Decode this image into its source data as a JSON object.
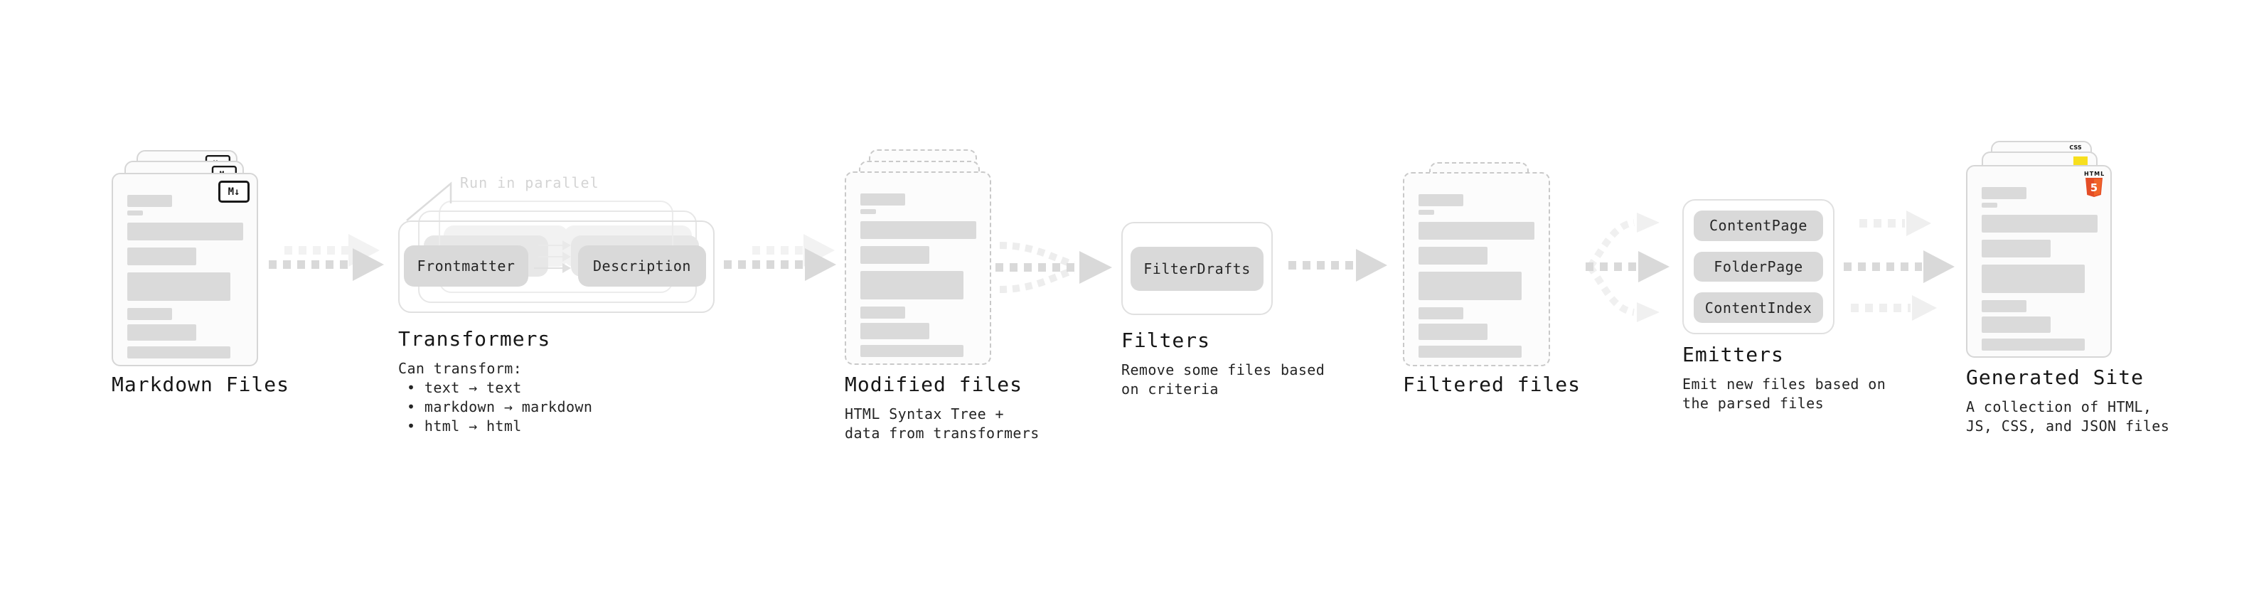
{
  "diagram": {
    "markdown_files": {
      "label": "Markdown Files",
      "file_icon": "M↓"
    },
    "pipeline_note": "Run in parallel",
    "transformers": {
      "heading": "Transformers",
      "pills": [
        "Frontmatter",
        "Description"
      ],
      "desc_title": "Can transform:",
      "bullets": [
        "• text → text",
        "• markdown → markdown",
        "• html → html"
      ]
    },
    "modified_files": {
      "heading": "Modified files",
      "desc": [
        "HTML Syntax Tree +",
        "data from transformers"
      ]
    },
    "filters": {
      "heading": "Filters",
      "pill": "FilterDrafts",
      "desc": [
        "Remove some files based",
        "on criteria"
      ]
    },
    "filtered_files": {
      "label": "Filtered files"
    },
    "emitters": {
      "heading": "Emitters",
      "pills": [
        "ContentPage",
        "FolderPage",
        "ContentIndex"
      ],
      "desc": [
        "Emit new files based on",
        "the parsed files"
      ]
    },
    "generated_site": {
      "heading": "Generated Site",
      "desc": [
        "A collection of HTML,",
        "JS, CSS, and JSON files"
      ],
      "icons": {
        "css_label": "CSS",
        "html_label": "HTML",
        "html_number": "5"
      }
    },
    "colors": {
      "arrow": "#d9d9d9",
      "arrow_ghost": "#f0f0f0",
      "placeholder_bar": "#dadada",
      "pill_bg": "#d9d9d9",
      "card_border": "#d6d6d6",
      "dashed_border": "#c9c9c9",
      "note_gray": "#d4d4d4",
      "html5_orange": "#e44d26",
      "js_yellow": "#f7df1e",
      "css_blue": "#2965f1"
    }
  }
}
